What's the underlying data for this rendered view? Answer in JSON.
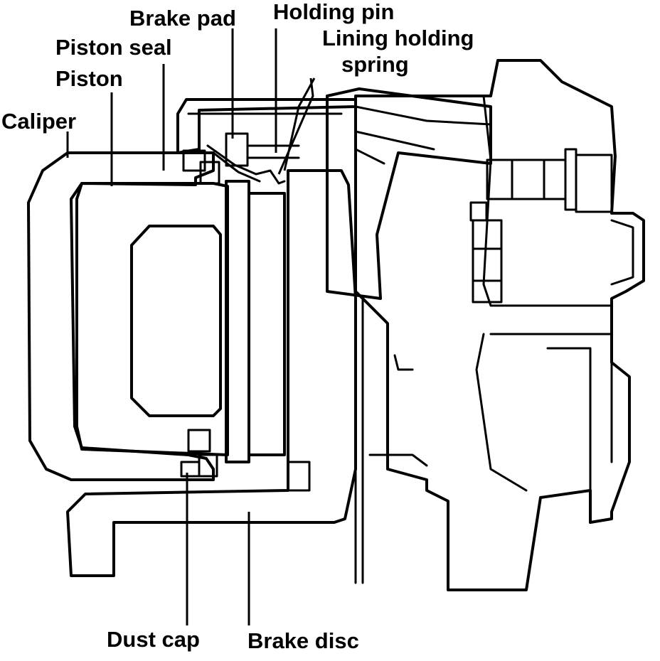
{
  "labels": {
    "brake_pad": "Brake pad",
    "holding_pin": "Holding pin",
    "lining_holding_spring_line1": "Lining holding",
    "lining_holding_spring_line2": "spring",
    "piston_seal": "Piston seal",
    "piston": "Piston",
    "caliper": "Caliper",
    "dust_cap": "Dust cap",
    "brake_disc": "Brake disc"
  },
  "colors": {
    "ink": "#000000",
    "background": "#ffffff"
  }
}
